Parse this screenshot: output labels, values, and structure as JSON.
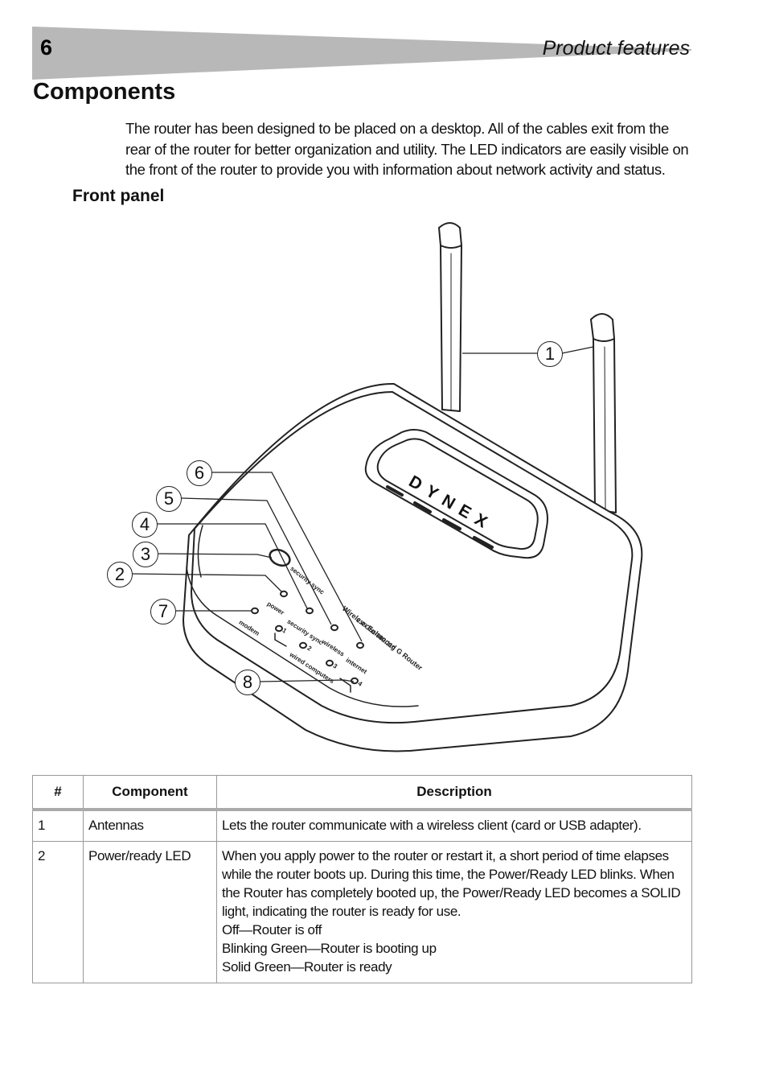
{
  "header": {
    "page_number": "6",
    "section": "Product features"
  },
  "title": "Components",
  "intro": "The router has been designed to be placed on a desktop. All of the cables exit from the rear of the router for better organization and utility. The LED indicators are easily visible on the front of the router to provide you with information about network activity and status.",
  "subtitle": "Front panel",
  "figure": {
    "brand": "DYNEX",
    "model_line1": "Wireless Enhanced G Router",
    "model_line2": "2.4 Ghz-802.11g",
    "led_labels": {
      "security_sync_button": "security sync",
      "power": "power",
      "security_sync": "security sync",
      "wireless": "wireless",
      "internet": "internet",
      "modem": "modem",
      "wired_computers": "wired computers",
      "port1": "1",
      "port2": "2",
      "port3": "3",
      "port4": "4"
    },
    "callouts": [
      "1",
      "2",
      "3",
      "4",
      "5",
      "6",
      "7",
      "8"
    ],
    "colors": {
      "header_band": "#b8b8b8",
      "line": "#222222"
    }
  },
  "table": {
    "headers": [
      "#",
      "Component",
      "Description"
    ],
    "rows": [
      {
        "num": "1",
        "component": "Antennas",
        "description": [
          "Lets the router communicate with a wireless client (card or USB adapter)."
        ]
      },
      {
        "num": "2",
        "component": "Power/ready LED",
        "description": [
          "When you apply power to the router or restart it, a short period of time elapses while the router boots up. During this time, the Power/Ready LED blinks. When the Router has completely booted up, the Power/Ready LED becomes a SOLID light, indicating the router is ready for use.",
          "Off—Router is off",
          "Blinking Green—Router is booting up",
          "Solid Green—Router is ready"
        ]
      }
    ]
  }
}
